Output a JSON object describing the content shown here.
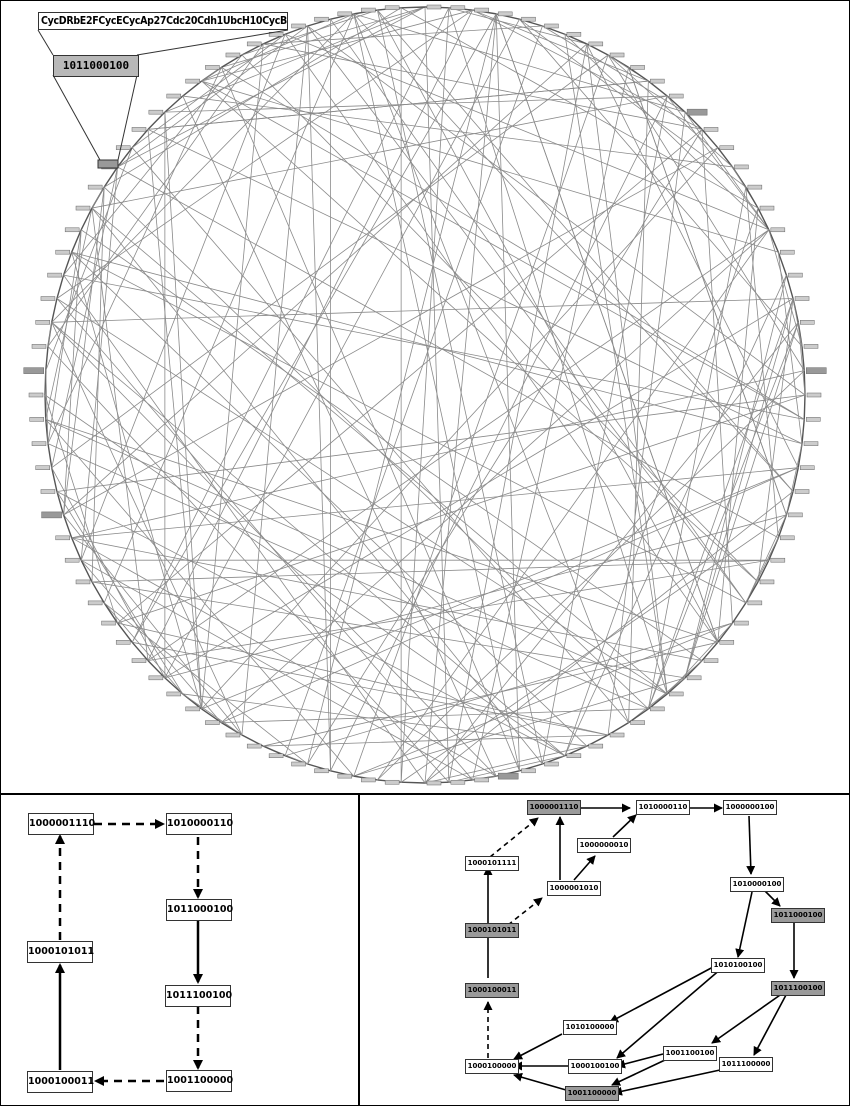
{
  "figure": {
    "legend": {
      "genes": [
        "CycD",
        "Rb",
        "E2F",
        "CycE",
        "CycA",
        "p27",
        "Cdc20",
        "Cdh1",
        "UbcH10",
        "CycB"
      ]
    },
    "zoomed_state": "1011000100",
    "circle_graph": {
      "description": "State transition graph laid out on a circle with ~100 state nodes connected by gray edges",
      "node_count_approx": 100
    }
  },
  "panel_b": {
    "nodes": [
      {
        "id": "a",
        "label": "1000001110"
      },
      {
        "id": "b",
        "label": "1010000110"
      },
      {
        "id": "c",
        "label": "1011000100"
      },
      {
        "id": "d",
        "label": "1011100100"
      },
      {
        "id": "e",
        "label": "1001100000"
      },
      {
        "id": "f",
        "label": "1000100011"
      },
      {
        "id": "g",
        "label": "1000101011"
      }
    ],
    "edges": [
      {
        "from": "a",
        "to": "b",
        "style": "dashed"
      },
      {
        "from": "b",
        "to": "c",
        "style": "dashed"
      },
      {
        "from": "c",
        "to": "d",
        "style": "solid"
      },
      {
        "from": "d",
        "to": "e",
        "style": "dashed"
      },
      {
        "from": "e",
        "to": "f",
        "style": "dashed"
      },
      {
        "from": "f",
        "to": "g",
        "style": "solid"
      },
      {
        "from": "g",
        "to": "a",
        "style": "dashed"
      }
    ]
  },
  "panel_c": {
    "nodes": [
      {
        "id": "p1",
        "label": "1000001110",
        "highlighted": true
      },
      {
        "id": "p2",
        "label": "1010000110",
        "highlighted": false
      },
      {
        "id": "p3",
        "label": "1000000100",
        "highlighted": false
      },
      {
        "id": "p4",
        "label": "1000101111",
        "highlighted": false
      },
      {
        "id": "p5",
        "label": "1000000010",
        "highlighted": false
      },
      {
        "id": "p6",
        "label": "1000001010",
        "highlighted": false
      },
      {
        "id": "p7",
        "label": "1010000100",
        "highlighted": false
      },
      {
        "id": "p8",
        "label": "1011000100",
        "highlighted": true
      },
      {
        "id": "p9",
        "label": "1000101011",
        "highlighted": true
      },
      {
        "id": "p10",
        "label": "1010100100",
        "highlighted": false
      },
      {
        "id": "p11",
        "label": "1000100011",
        "highlighted": true
      },
      {
        "id": "p12",
        "label": "1011100100",
        "highlighted": true
      },
      {
        "id": "p13",
        "label": "1010100000",
        "highlighted": false
      },
      {
        "id": "p14",
        "label": "1001100100",
        "highlighted": false
      },
      {
        "id": "p15",
        "label": "1000100000",
        "highlighted": false
      },
      {
        "id": "p16",
        "label": "1000100100",
        "highlighted": false
      },
      {
        "id": "p17",
        "label": "1011100000",
        "highlighted": false
      },
      {
        "id": "p18",
        "label": "1001100000",
        "highlighted": true
      }
    ]
  }
}
